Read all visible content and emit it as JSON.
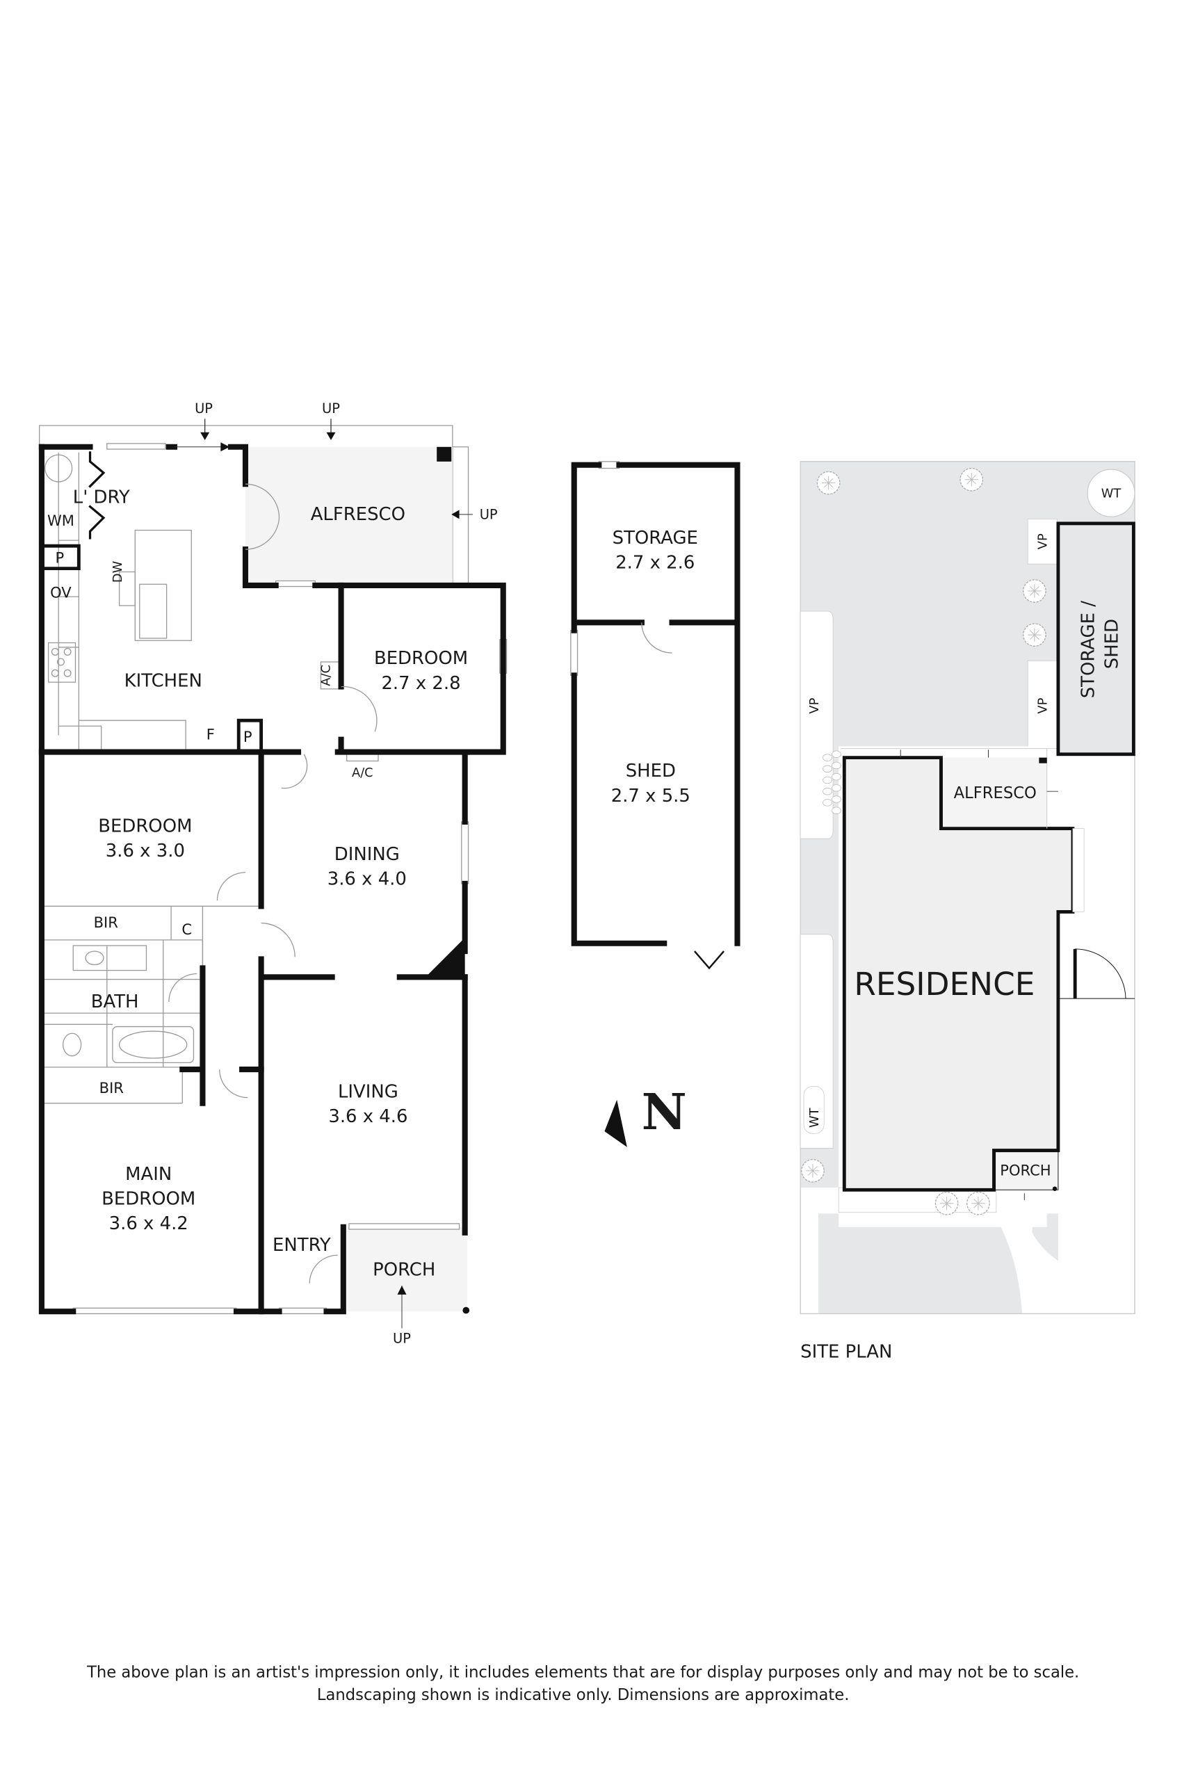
{
  "floor_plan": {
    "rooms": {
      "laundry": "L' DRY",
      "washing_machine": "WM",
      "pantry": "P",
      "oven": "OV",
      "dishwasher": "DW",
      "kitchen": "KITCHEN",
      "fridge": "F",
      "pantry2": "P",
      "alfresco": "ALFRESCO",
      "bedroom2": {
        "name": "BEDROOM",
        "size": "2.7 x 2.8"
      },
      "ac1": "A/C",
      "ac2": "A/C",
      "bedroom3": {
        "name": "BEDROOM",
        "size": "3.6 x 3.0"
      },
      "bir1": "BIR",
      "cupboard": "C",
      "bath": "BATH",
      "bir2": "BIR",
      "main_bedroom": {
        "name1": "MAIN",
        "name2": "BEDROOM",
        "size": "3.6 x 4.2"
      },
      "dining": {
        "name": "DINING",
        "size": "3.6 x 4.0"
      },
      "living": {
        "name": "LIVING",
        "size": "3.6 x 4.6"
      },
      "entry": "ENTRY",
      "porch": "PORCH"
    },
    "up_labels": [
      "UP",
      "UP",
      "UP",
      "UP"
    ]
  },
  "outbuilding": {
    "storage": {
      "name": "STORAGE",
      "size": "2.7 x 2.6"
    },
    "shed": {
      "name": "SHED",
      "size": "2.7 x 5.5"
    }
  },
  "north_arrow": {
    "label": "N",
    "icon": "north-arrow-icon"
  },
  "site_plan": {
    "title": "SITE PLAN",
    "residence": "RESIDENCE",
    "alfresco": "ALFRESCO",
    "porch": "PORCH",
    "storage_shed_line1": "STORAGE /",
    "storage_shed_line2": "SHED",
    "water_tank": "WT",
    "water_tank2": "WT",
    "vp1": "VP",
    "vp2": "VP",
    "vp3": "VP",
    "colors": {
      "ground": "#e6e7e8",
      "building": "#efefef",
      "walls": "#111111"
    }
  },
  "footer": {
    "line1": "The above plan is an artist's impression only, it includes elements that are for display purposes only and may not be to scale.",
    "line2": "Landscaping shown is indicative only. Dimensions are approximate."
  }
}
